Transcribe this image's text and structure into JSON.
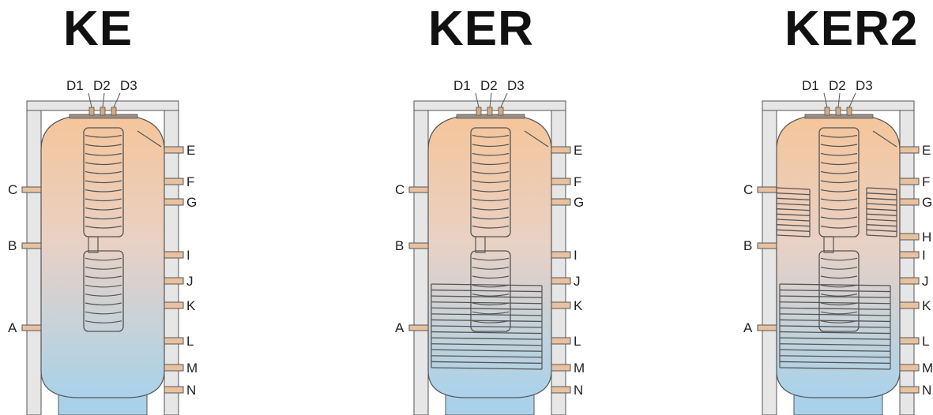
{
  "panels": [
    {
      "title": "KE",
      "top_labels": [
        "D1",
        "D2",
        "D3"
      ],
      "left_labels": [
        "C",
        "B",
        "A"
      ],
      "right_labels": [
        "E",
        "F",
        "G",
        "I",
        "J",
        "K",
        "L",
        "M",
        "N"
      ],
      "coils": [
        "upper-coil"
      ]
    },
    {
      "title": "KER",
      "top_labels": [
        "D1",
        "D2",
        "D3"
      ],
      "left_labels": [
        "C",
        "B",
        "A"
      ],
      "right_labels": [
        "E",
        "F",
        "G",
        "I",
        "J",
        "K",
        "L",
        "M",
        "N"
      ],
      "coils": [
        "upper-coil",
        "lower-coil"
      ]
    },
    {
      "title": "KER2",
      "top_labels": [
        "D1",
        "D2",
        "D3"
      ],
      "left_labels": [
        "C",
        "B",
        "A"
      ],
      "right_labels": [
        "E",
        "F",
        "G",
        "H",
        "I",
        "J",
        "K",
        "L",
        "M",
        "N"
      ],
      "coils": [
        "upper-coil",
        "middle-coil",
        "lower-coil"
      ]
    }
  ],
  "colors": {
    "tank_top": "#f5c59a",
    "tank_mid": "#e9d1c4",
    "tank_bottom": "#a9d2ea",
    "frame": "#e6e6e6",
    "outline": "#555555"
  }
}
